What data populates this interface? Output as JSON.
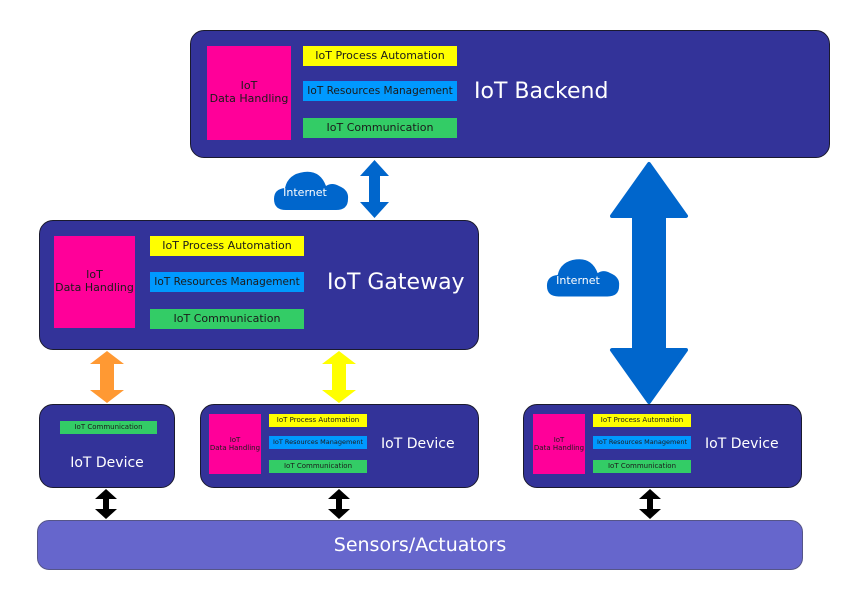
{
  "colors": {
    "box": "#333399",
    "data_handling": "#ff0099",
    "process_automation": "#ffff00",
    "resources_management": "#0099ff",
    "communication": "#33cc66",
    "sensors": "#6666cc",
    "internet": "#0066cc",
    "arrow_orange": "#ff9933",
    "arrow_yellow": "#ffff00",
    "arrow_black": "#000000"
  },
  "backend": {
    "title": "IoT Backend",
    "data_handling": "IoT\nData Handling",
    "process_automation": "IoT Process Automation",
    "resources_management": "IoT Resources Management",
    "communication": "IoT Communication"
  },
  "gateway": {
    "title": "IoT Gateway",
    "data_handling": "IoT\nData Handling",
    "process_automation": "IoT Process Automation",
    "resources_management": "IoT Resources Management",
    "communication": "IoT Communication"
  },
  "devices": [
    {
      "title": "IoT Device",
      "communication": "IoT Communication"
    },
    {
      "title": "IoT Device",
      "data_handling": "IoT\nData Handling",
      "process_automation": "IoT Process Automation",
      "resources_management": "IoT Resources Management",
      "communication": "IoT Communication"
    },
    {
      "title": "IoT Device",
      "data_handling": "IoT\nData Handling",
      "process_automation": "IoT Process Automation",
      "resources_management": "IoT Resources Management",
      "communication": "IoT Communication"
    }
  ],
  "internet": [
    {
      "label": "Internet"
    },
    {
      "label": "Internet"
    }
  ],
  "sensors": {
    "label": "Sensors/Actuators"
  }
}
